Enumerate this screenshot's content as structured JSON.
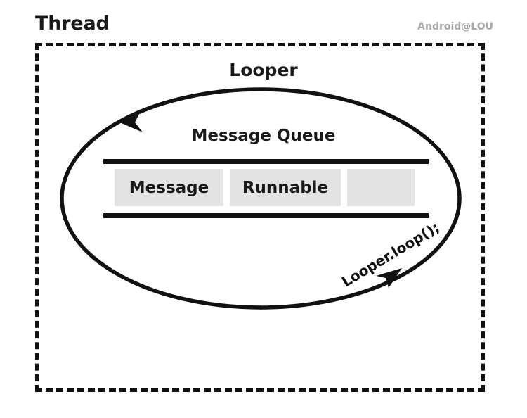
{
  "diagram": {
    "title": "Thread",
    "watermark": "Android@LOU",
    "looper": {
      "label": "Looper",
      "loop_call_label": "Looper.loop();"
    },
    "message_queue": {
      "label": "Message Queue",
      "cells": [
        {
          "label": "Message"
        },
        {
          "label": "Runnable"
        },
        {
          "label": ""
        }
      ]
    },
    "colors": {
      "stroke": "#111111",
      "text": "#1a1a1a",
      "cell_fill": "#e3e3e3",
      "watermark": "#a8a8a8",
      "background": "#ffffff"
    }
  }
}
